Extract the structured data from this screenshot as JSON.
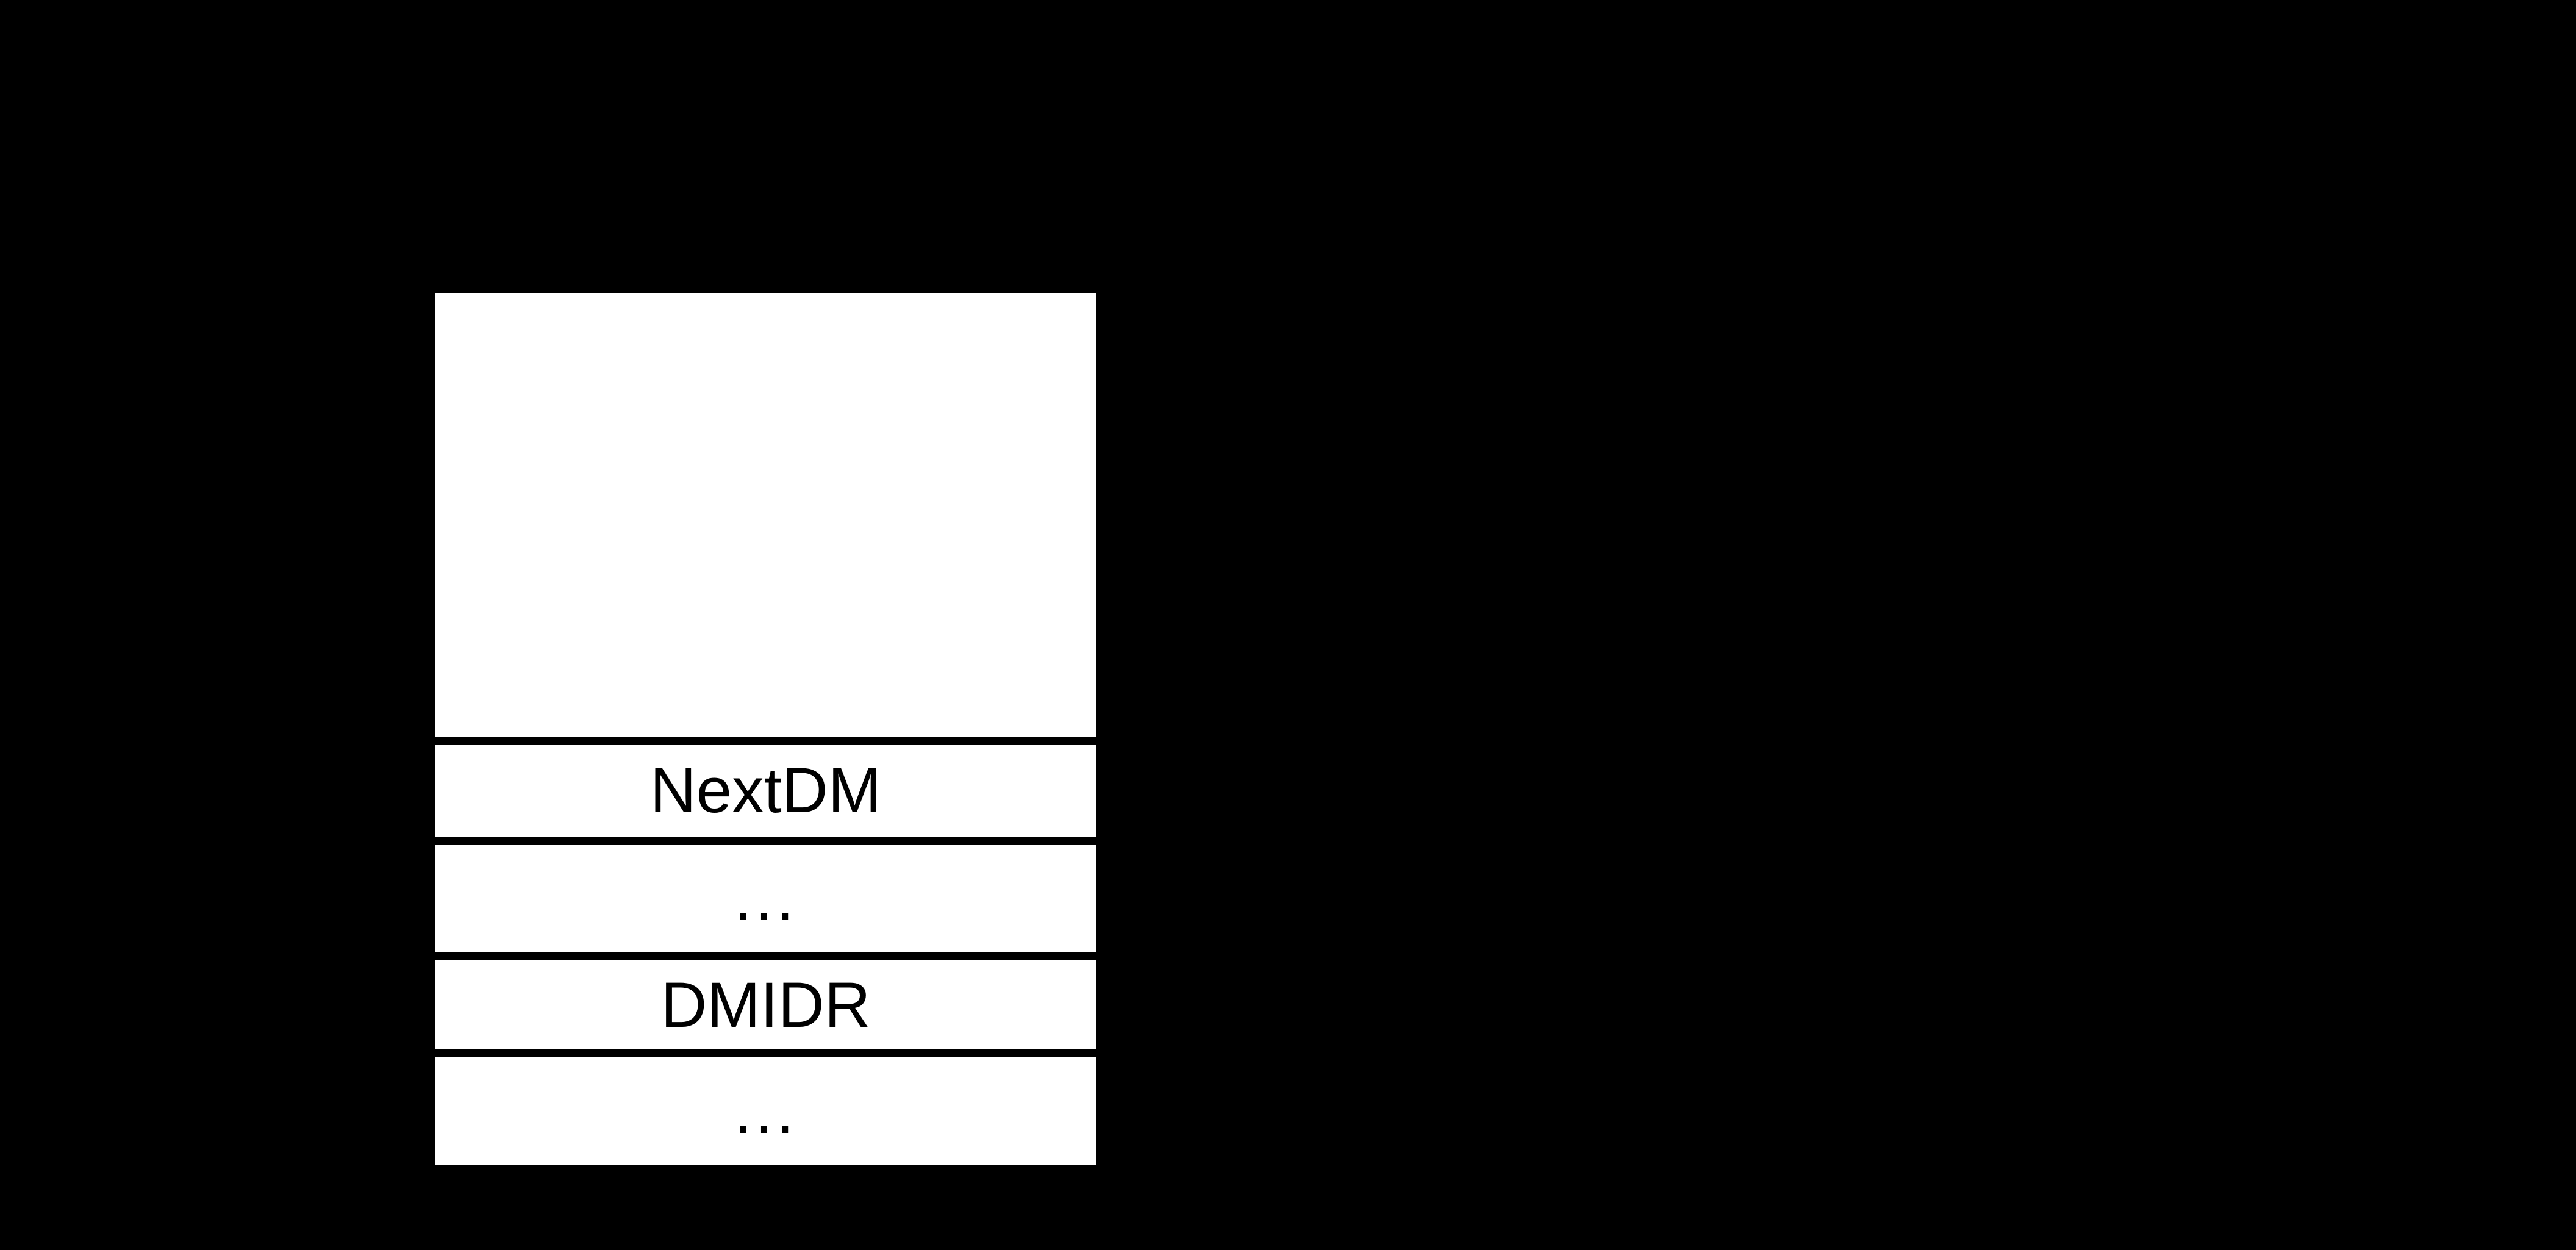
{
  "canvas": {
    "background_color": "#000000"
  },
  "diagram": {
    "description": "memory-layout-box",
    "cell_fill_color": "#ffffff",
    "divider_color": "#000000",
    "text_color": "#000000",
    "cells": [
      {
        "id": "top-region",
        "label": ""
      },
      {
        "id": "nextdm",
        "label": "NextDM"
      },
      {
        "id": "ellipsis-1",
        "label": "..."
      },
      {
        "id": "dmidr",
        "label": "DMIDR"
      },
      {
        "id": "ellipsis-2",
        "label": "..."
      }
    ]
  }
}
